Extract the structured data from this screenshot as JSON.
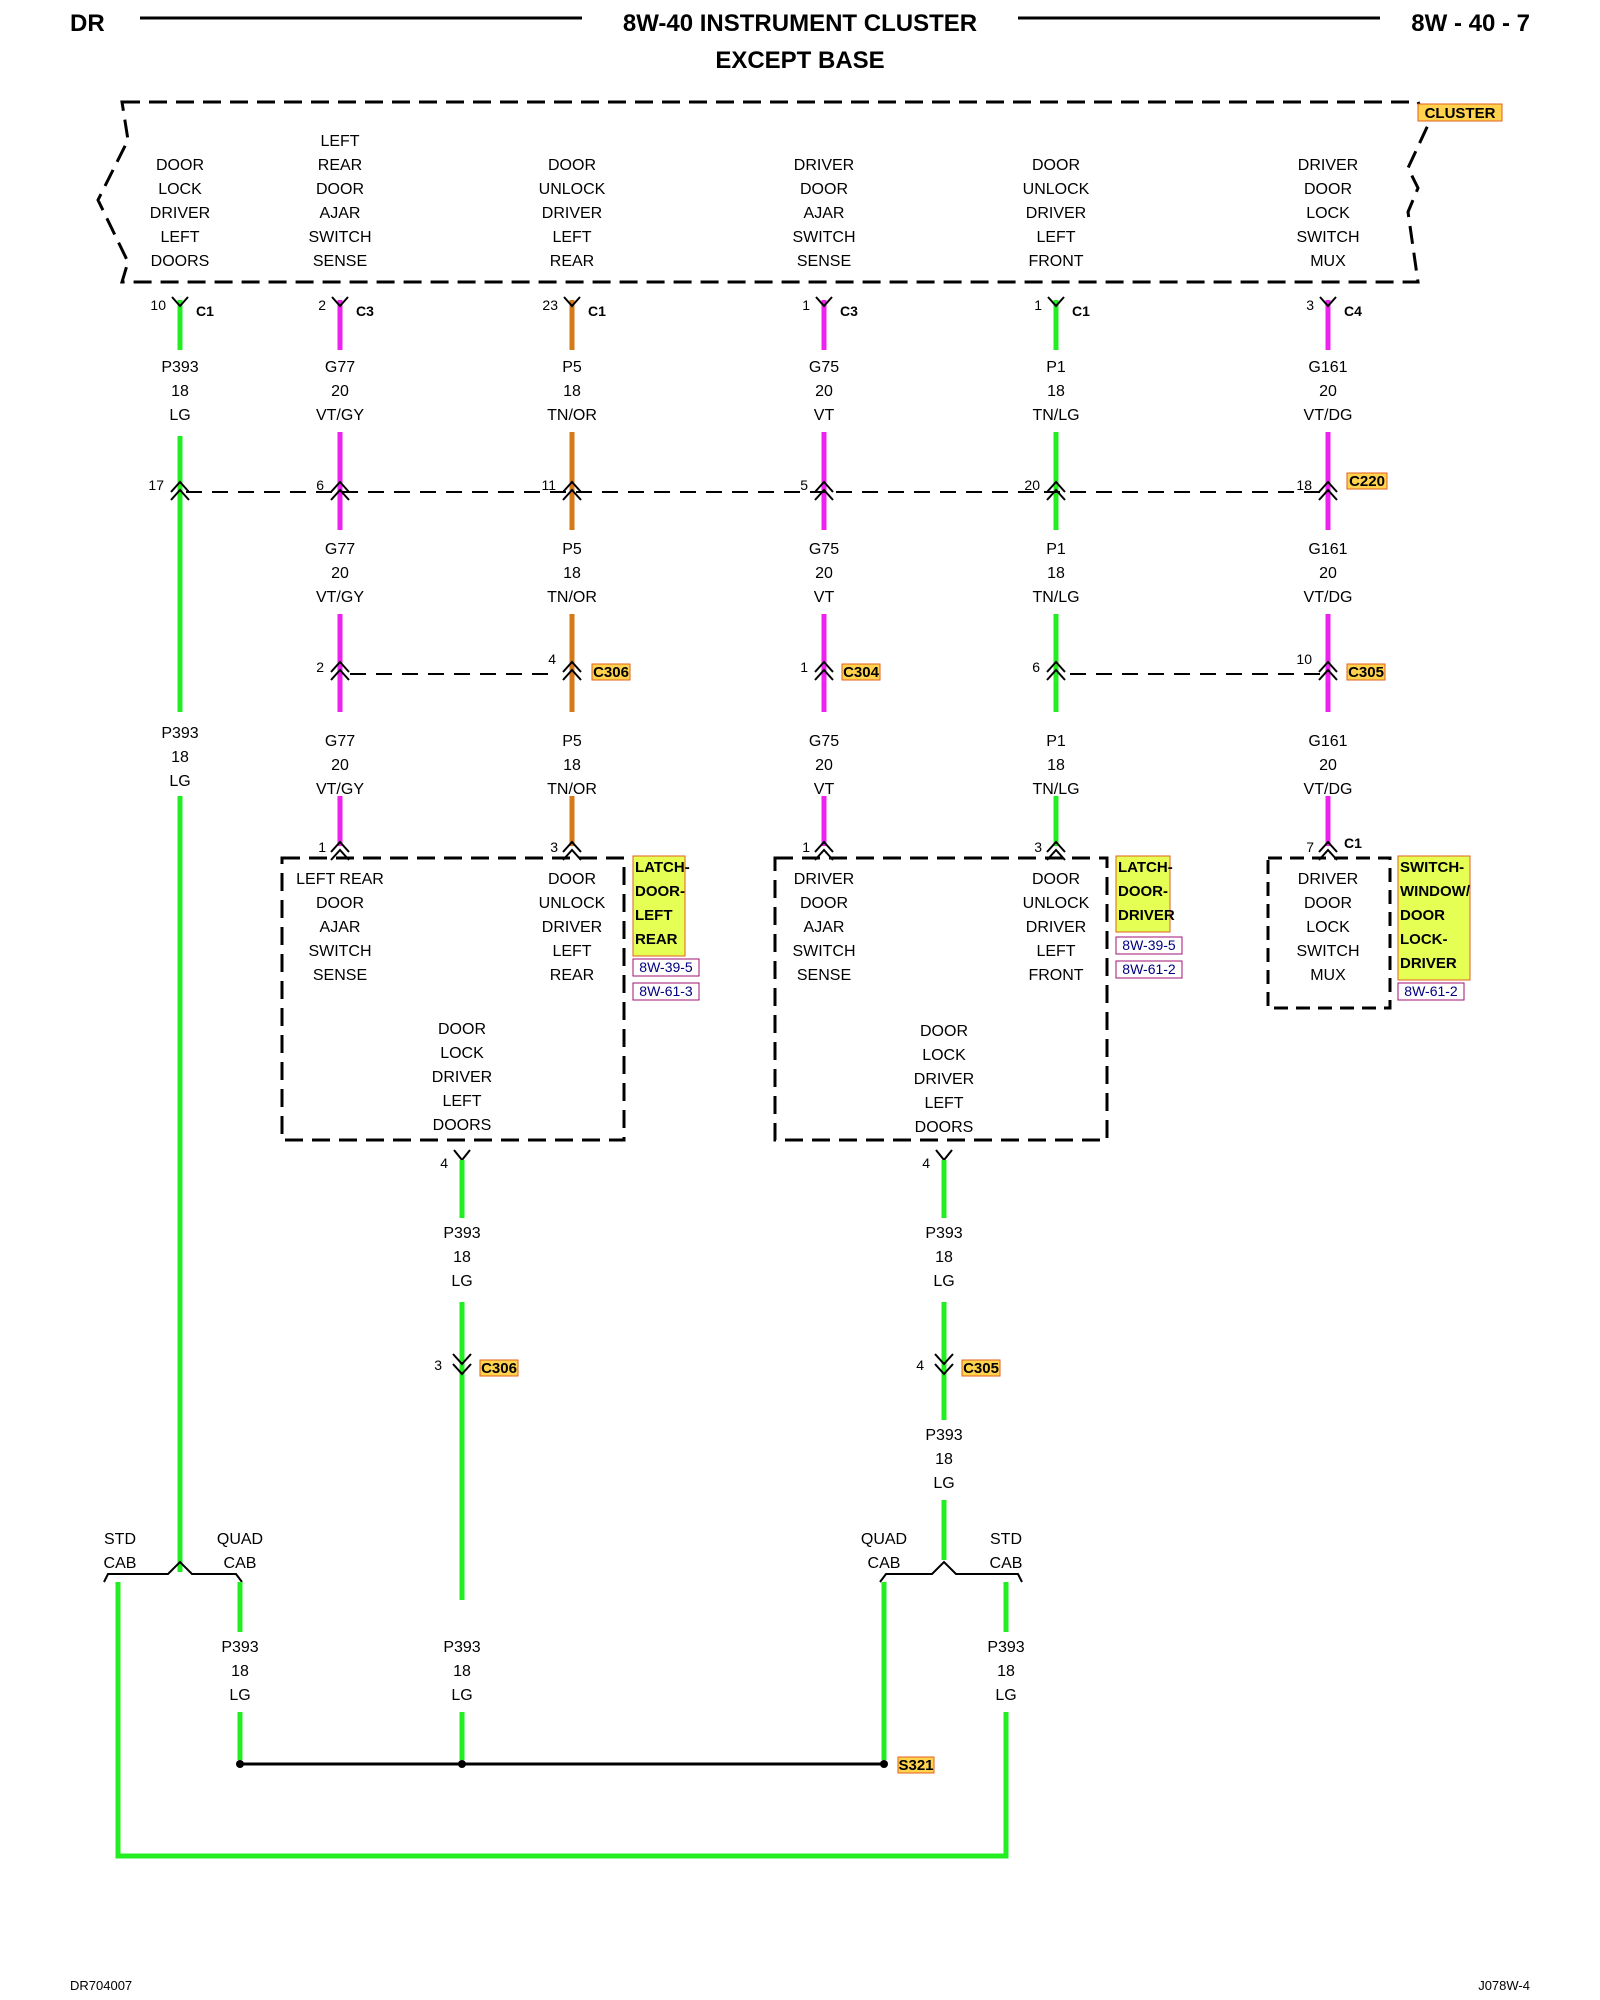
{
  "header": {
    "left": "DR",
    "title": "8W-40 INSTRUMENT CLUSTER",
    "subtitle": "EXCEPT BASE",
    "right": "8W - 40 - 7"
  },
  "footer": {
    "left": "DR704007",
    "right": "J078W-4"
  },
  "colors": {
    "LG": "#22ee22",
    "VT": "#ee22ee",
    "TN/OR": "#d47a1a",
    "tag": "#e6ff55",
    "tag_alt": "#ffd34d",
    "tag_border": "#e06020",
    "ref_border": "#a01070"
  },
  "cluster": {
    "tag": "CLUSTER",
    "functions": [
      {
        "lines": [
          "DOOR",
          "LOCK",
          "DRIVER",
          "LEFT",
          "DOORS"
        ]
      },
      {
        "lines": [
          "LEFT",
          "REAR",
          "DOOR",
          "AJAR",
          "SWITCH",
          "SENSE"
        ]
      },
      {
        "lines": [
          "DOOR",
          "UNLOCK",
          "DRIVER",
          "LEFT",
          "REAR"
        ]
      },
      {
        "lines": [
          "DRIVER",
          "DOOR",
          "AJAR",
          "SWITCH",
          "SENSE"
        ]
      },
      {
        "lines": [
          "DOOR",
          "UNLOCK",
          "DRIVER",
          "LEFT",
          "FRONT"
        ]
      },
      {
        "lines": [
          "DRIVER",
          "DOOR",
          "LOCK",
          "SWITCH",
          "MUX"
        ]
      }
    ]
  },
  "cluster_pins": [
    {
      "pin": "10",
      "conn": "C1"
    },
    {
      "pin": "2",
      "conn": "C3"
    },
    {
      "pin": "23",
      "conn": "C1"
    },
    {
      "pin": "1",
      "conn": "C3"
    },
    {
      "pin": "1",
      "conn": "C1"
    },
    {
      "pin": "3",
      "conn": "C4"
    }
  ],
  "wires": [
    {
      "circuit": "P393",
      "gauge": "18",
      "color": "LG"
    },
    {
      "circuit": "G77",
      "gauge": "20",
      "color": "VT/GY"
    },
    {
      "circuit": "P5",
      "gauge": "18",
      "color": "TN/OR"
    },
    {
      "circuit": "G75",
      "gauge": "20",
      "color": "VT"
    },
    {
      "circuit": "P1",
      "gauge": "18",
      "color": "TN/LG"
    },
    {
      "circuit": "G161",
      "gauge": "20",
      "color": "VT/DG"
    }
  ],
  "c220": {
    "tag": "C220",
    "pins": [
      "17",
      "6",
      "11",
      "5",
      "20",
      "18"
    ]
  },
  "mid_connectors": {
    "c306_pins": [
      "2",
      "4"
    ],
    "c306_tag": "C306",
    "c304_pin": "1",
    "c304_tag": "C304",
    "c305_pins": [
      "6",
      "10"
    ],
    "c305_tag": "C305"
  },
  "components": {
    "latch_left_rear": {
      "pin_a": "1",
      "pin_b": "3",
      "text_a": [
        "LEFT REAR",
        "DOOR",
        "AJAR",
        "SWITCH",
        "SENSE"
      ],
      "text_b": [
        "DOOR",
        "UNLOCK",
        "DRIVER",
        "LEFT",
        "REAR"
      ],
      "text_c": [
        "DOOR",
        "LOCK",
        "DRIVER",
        "LEFT",
        "DOORS"
      ],
      "tag": [
        "LATCH-",
        "DOOR-",
        "LEFT",
        "REAR"
      ],
      "refs": [
        "8W-39-5",
        "8W-61-3"
      ],
      "out_pin": "4"
    },
    "latch_driver": {
      "pin_a": "1",
      "pin_b": "3",
      "text_a": [
        "DRIVER",
        "DOOR",
        "AJAR",
        "SWITCH",
        "SENSE"
      ],
      "text_b": [
        "DOOR",
        "UNLOCK",
        "DRIVER",
        "LEFT",
        "FRONT"
      ],
      "text_c": [
        "DOOR",
        "LOCK",
        "DRIVER",
        "LEFT",
        "DOORS"
      ],
      "tag": [
        "LATCH-",
        "DOOR-",
        "DRIVER"
      ],
      "refs": [
        "8W-39-5",
        "8W-61-2"
      ],
      "out_pin": "4"
    },
    "switch_window": {
      "pin": "7",
      "conn": "C1",
      "text": [
        "DRIVER",
        "DOOR",
        "LOCK",
        "SWITCH",
        "MUX"
      ],
      "tag": [
        "SWITCH-",
        "WINDOW/",
        "DOOR",
        "LOCK-",
        "DRIVER"
      ],
      "refs": [
        "8W-61-2"
      ]
    }
  },
  "lower": {
    "c306": {
      "pin": "3",
      "tag": "C306"
    },
    "c305": {
      "pin": "4",
      "tag": "C305"
    },
    "std": [
      "STD",
      "CAB"
    ],
    "quad": [
      "QUAD",
      "CAB"
    ],
    "splice": "S321"
  }
}
